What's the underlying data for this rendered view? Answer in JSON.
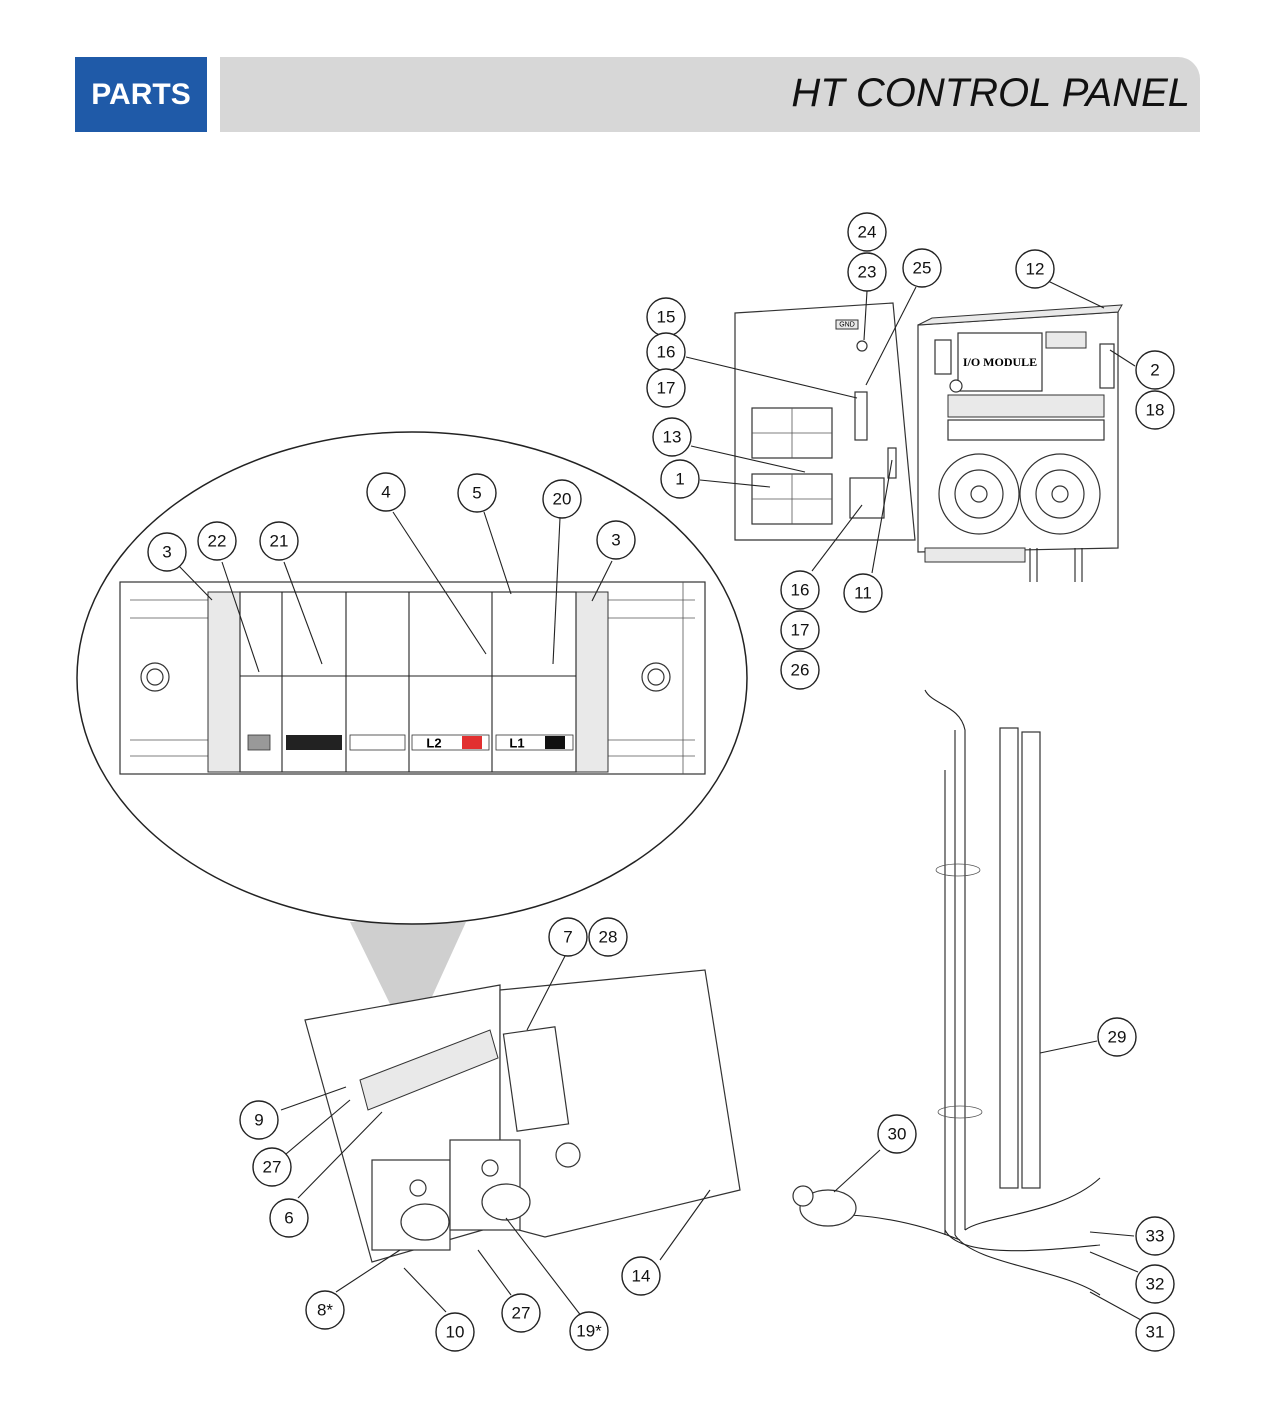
{
  "header": {
    "badge_label": "PARTS",
    "title": "HT CONTROL PANEL"
  },
  "diagram": {
    "terminal_labels": {
      "l2": "L2",
      "l1": "L1"
    },
    "module_label": "I/O MODULE",
    "gnd_label": "GND",
    "callouts": [
      {
        "id": "c24",
        "label": "24"
      },
      {
        "id": "c23",
        "label": "23"
      },
      {
        "id": "c25",
        "label": "25"
      },
      {
        "id": "c12",
        "label": "12"
      },
      {
        "id": "c15",
        "label": "15"
      },
      {
        "id": "c16a",
        "label": "16"
      },
      {
        "id": "c17a",
        "label": "17"
      },
      {
        "id": "c2",
        "label": "2"
      },
      {
        "id": "c18",
        "label": "18"
      },
      {
        "id": "c13",
        "label": "13"
      },
      {
        "id": "c1",
        "label": "1"
      },
      {
        "id": "c16b",
        "label": "16"
      },
      {
        "id": "c11",
        "label": "11"
      },
      {
        "id": "c17b",
        "label": "17"
      },
      {
        "id": "c26",
        "label": "26"
      },
      {
        "id": "c4",
        "label": "4"
      },
      {
        "id": "c5",
        "label": "5"
      },
      {
        "id": "c20",
        "label": "20"
      },
      {
        "id": "c3a",
        "label": "3"
      },
      {
        "id": "c22",
        "label": "22"
      },
      {
        "id": "c21",
        "label": "21"
      },
      {
        "id": "c3b",
        "label": "3"
      },
      {
        "id": "c7",
        "label": "7"
      },
      {
        "id": "c28",
        "label": "28"
      },
      {
        "id": "c29",
        "label": "29"
      },
      {
        "id": "c9",
        "label": "9"
      },
      {
        "id": "c27a",
        "label": "27"
      },
      {
        "id": "c6",
        "label": "6"
      },
      {
        "id": "c30",
        "label": "30"
      },
      {
        "id": "c33",
        "label": "33"
      },
      {
        "id": "c14",
        "label": "14"
      },
      {
        "id": "c32",
        "label": "32"
      },
      {
        "id": "c8",
        "label": "8*"
      },
      {
        "id": "c27b",
        "label": "27"
      },
      {
        "id": "c19",
        "label": "19*"
      },
      {
        "id": "c10",
        "label": "10"
      },
      {
        "id": "c31",
        "label": "31"
      }
    ]
  }
}
